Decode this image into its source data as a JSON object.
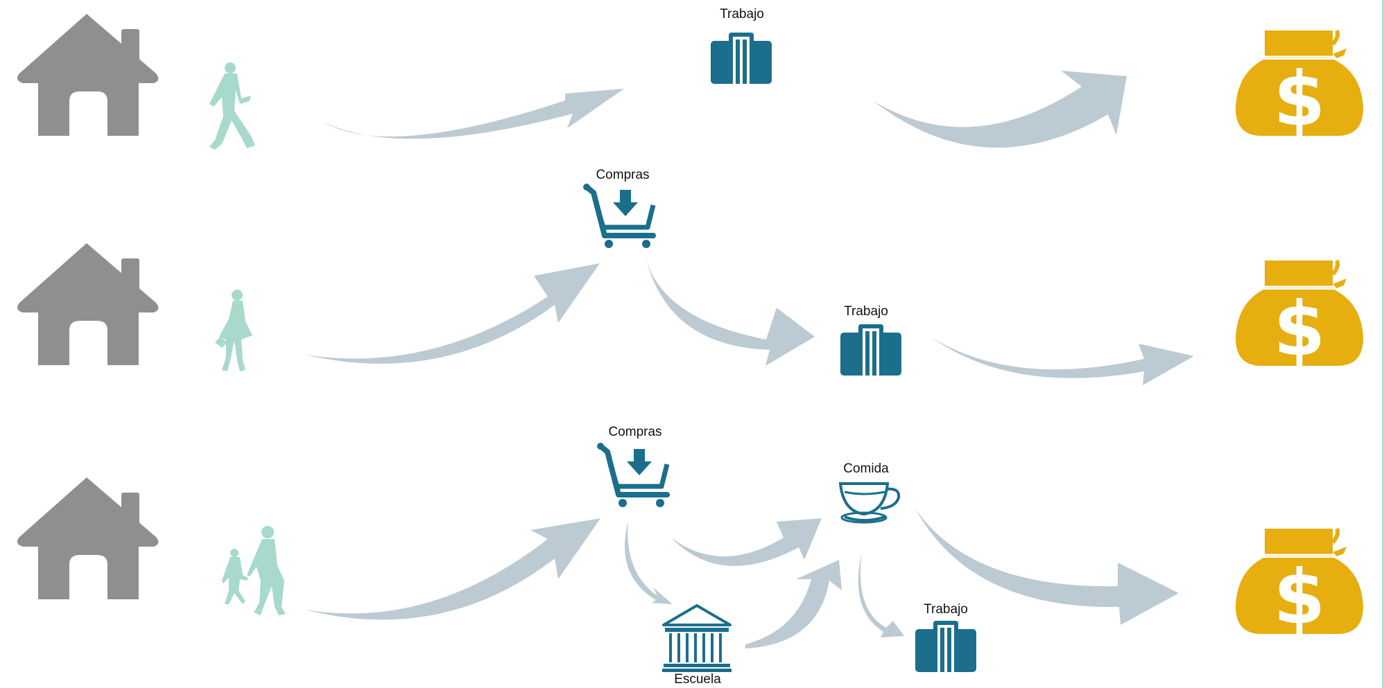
{
  "labels": {
    "row1_work": "Trabajo",
    "row2_shopping": "Compras",
    "row2_work": "Trabajo",
    "row3_shopping": "Compras",
    "row3_food": "Comida",
    "row3_work": "Trabajo",
    "row3_school": "Escuela"
  },
  "colors": {
    "house": "#8f8f8f",
    "person": "#a7d9cc",
    "arrow": "#bccad3",
    "icon": "#1b6e8c",
    "money": "#e6ae0f"
  },
  "icons": [
    "house-icon",
    "walking-person-icon",
    "briefcase-icon",
    "shopping-cart-icon",
    "coffee-cup-icon",
    "school-building-icon",
    "money-bag-icon"
  ]
}
